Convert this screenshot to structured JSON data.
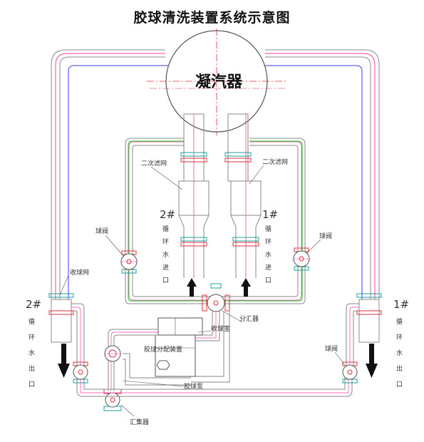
{
  "title": "胶球清洗装置系统示意图",
  "labels": {
    "condenser": "凝汽器",
    "secondary_filter_left": "二次滤网",
    "secondary_filter_right": "二次滤网",
    "inlet_2_num": "2#",
    "inlet_2_text": [
      "循",
      "环",
      "水",
      "进",
      "口"
    ],
    "inlet_1_num": "1#",
    "inlet_1_text": [
      "循",
      "环",
      "水",
      "进",
      "口"
    ],
    "ball_valve_left": "球阀",
    "ball_valve_right": "球阀",
    "ball_valve_bottom_right": "球阀",
    "ball_collector": "收球网",
    "distributor": "分汇器",
    "ball_chamber": "收球室",
    "ball_distribution_device": "胶球分配装置",
    "ball_pump": "胶球泵",
    "bottom_label": "汇集器",
    "outlet_2_num": "2#",
    "outlet_2_text": [
      "循",
      "环",
      "水",
      "出",
      "口"
    ],
    "outlet_1_num": "1#",
    "outlet_1_text": [
      "循",
      "环",
      "水",
      "出",
      "口"
    ]
  },
  "colors": {
    "pipe_outline": "#888888",
    "centerline": "#ff3da5",
    "water_blue": "#3b3bff",
    "ball_line_green": "#2ecc40",
    "flange_teal": "#1aa0a0",
    "flange_red": "#e0303a",
    "arrow": "#111111"
  }
}
